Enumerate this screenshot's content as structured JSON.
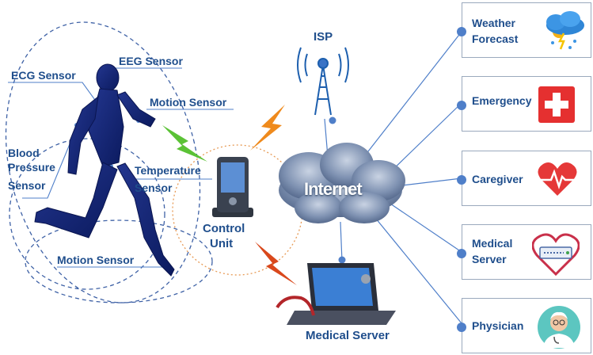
{
  "sensors": {
    "eeg": "EEG Sensor",
    "ecg": "ECG Sensor",
    "motion_top": "Motion Sensor",
    "blood_pressure": [
      "Blood",
      "Pressure",
      "Sensor"
    ],
    "temperature": [
      "Temperature",
      "Sensor"
    ],
    "motion_bottom": "Motion Sensor"
  },
  "control_unit": [
    "Control",
    "Unit"
  ],
  "isp": "ISP",
  "internet": "Internet",
  "medical_server_bottom": "Medical Server",
  "services": {
    "weather": [
      "Weather",
      "Forecast"
    ],
    "emergency": "Emergency",
    "caregiver": "Caregiver",
    "medical_server": [
      "Medical",
      "Server"
    ],
    "physician": "Physician"
  },
  "colors": {
    "label": "#1f4e8c",
    "body": "#0d1f6e",
    "connector": "#4f7fc9",
    "emergency": "#e53030",
    "lightning_green": "#5bc236",
    "lightning_orange": "#ef8a1c",
    "lightning_red": "#d9481c"
  }
}
